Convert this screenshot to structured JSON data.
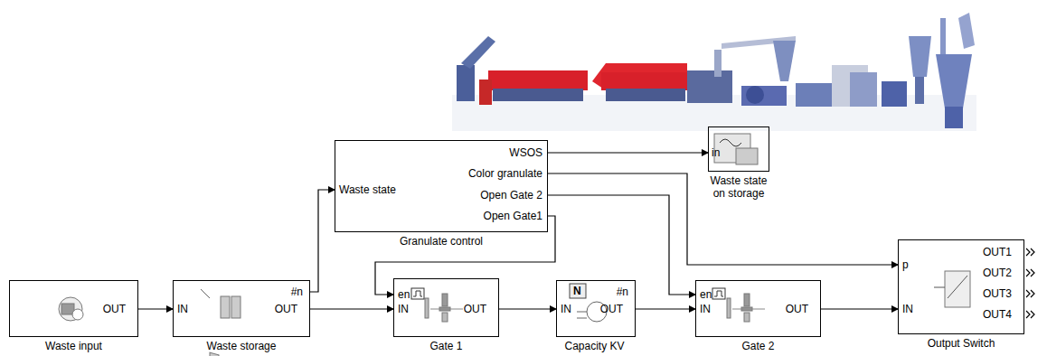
{
  "diagram": {
    "nodes": [
      {
        "text": [
          "Granulate control",
          "Waste state",
          "WSOS",
          "Color granulate",
          "Open Gate 2",
          "Open Gate1"
        ]
      },
      {
        "text": [
          "in",
          "Waste state on storage"
        ]
      },
      {
        "text": [
          "OUT",
          "Waste input"
        ]
      },
      {
        "text": [
          "IN",
          "#n",
          "OUT",
          "Waste storage"
        ]
      },
      {
        "text": [
          "en",
          "IN",
          "OUT",
          "Gate 1"
        ]
      },
      {
        "text": [
          "N",
          "IN",
          "#n",
          "OUT",
          "Capacity KV"
        ]
      },
      {
        "text": [
          "en",
          "IN",
          "OUT",
          "Gate 2"
        ]
      },
      {
        "text": [
          "p",
          "IN",
          "OUT1",
          "OUT2",
          "OUT3",
          "OUT4",
          "Output Switch"
        ]
      }
    ],
    "edges": [
      {
        "from": 2,
        "to": 3,
        "arrow": "to"
      },
      {
        "from": 3,
        "to": 0,
        "arrow": "to"
      },
      {
        "from": 3,
        "to": 4,
        "arrow": "to"
      },
      {
        "from": 0,
        "to": 1,
        "arrow": "to"
      },
      {
        "from": 0,
        "to": 7,
        "arrow": "to"
      },
      {
        "from": 0,
        "to": 6,
        "arrow": "to"
      },
      {
        "from": 0,
        "to": 4,
        "arrow": "to"
      },
      {
        "from": 4,
        "to": 5,
        "arrow": "to"
      },
      {
        "from": 5,
        "to": 6,
        "arrow": "to"
      },
      {
        "from": 6,
        "to": 7,
        "arrow": "to"
      }
    ]
  }
}
